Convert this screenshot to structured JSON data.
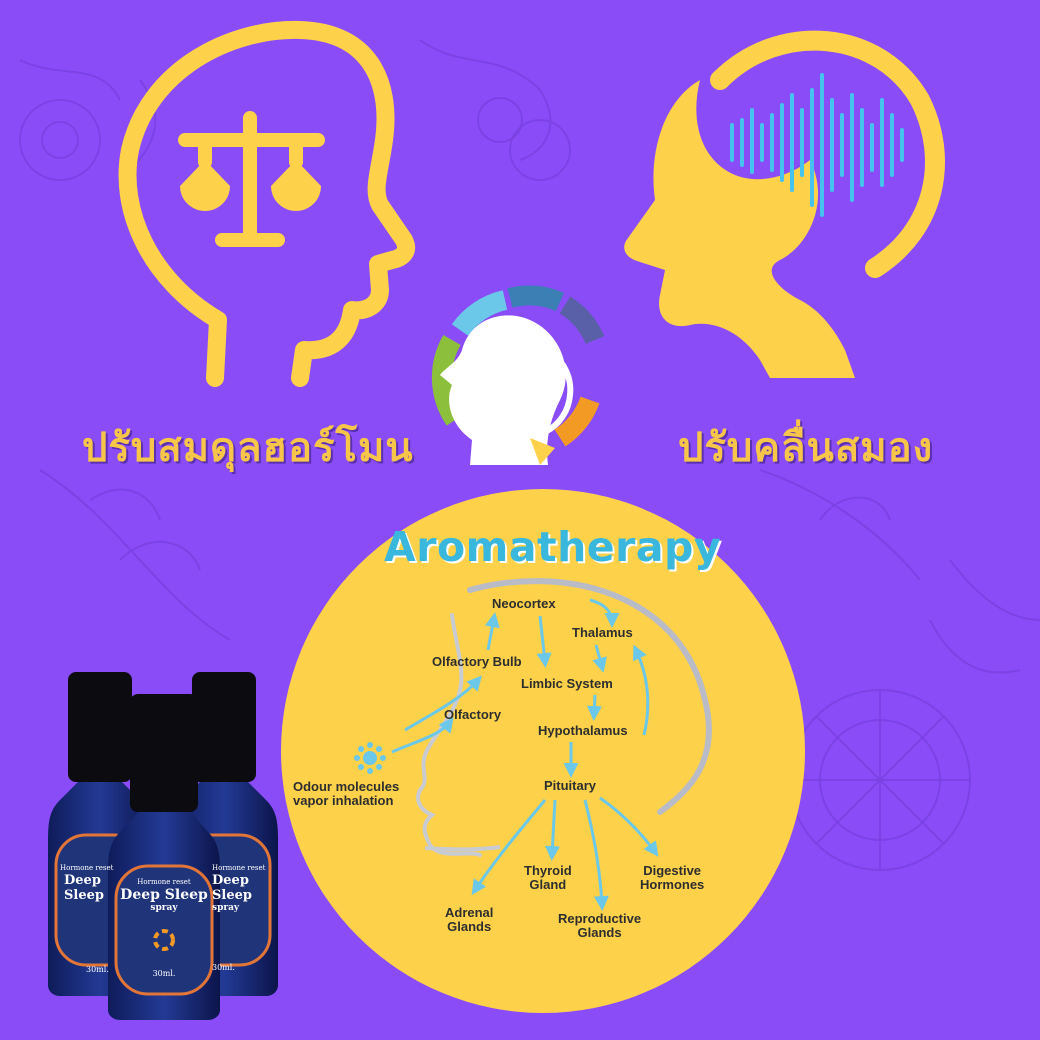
{
  "captions": {
    "left": "ปรับสมดุลฮอร์โมน",
    "right": "ปรับคลื่นสมอง"
  },
  "circle": {
    "title": "Aromatherapy",
    "labels": {
      "neocortex": "Neocortex",
      "thalamus": "Thalamus",
      "olfactory_bulb": "Olfactory Bulb",
      "limbic_system": "Limbic System",
      "olfactory": "Olfactory",
      "hypothalamus": "Hypothalamus",
      "odour_line1": "Odour molecules",
      "odour_line2": "vapor inhalation",
      "pituitary": "Pituitary",
      "thyroid_line1": "Thyroid",
      "thyroid_line2": "Gland",
      "digestive_line1": "Digestive",
      "digestive_line2": "Hormones",
      "adrenal_line1": "Adrenal",
      "adrenal_line2": "Glands",
      "reproductive_line1": "Reproductive",
      "reproductive_line2": "Glands"
    }
  },
  "product": {
    "tagline": "Hormone reset",
    "name": "Deep Sleep",
    "type": "spray",
    "volume": "30ml."
  },
  "colors": {
    "background": "#8a4cf7",
    "accent_yellow": "#fdd14a",
    "wave_blue": "#46c2ee",
    "title_blue": "#3ab7dc"
  },
  "icons": [
    "head-balance-scale-icon",
    "head-brainwave-icon",
    "head-color-ring-logo-icon"
  ]
}
